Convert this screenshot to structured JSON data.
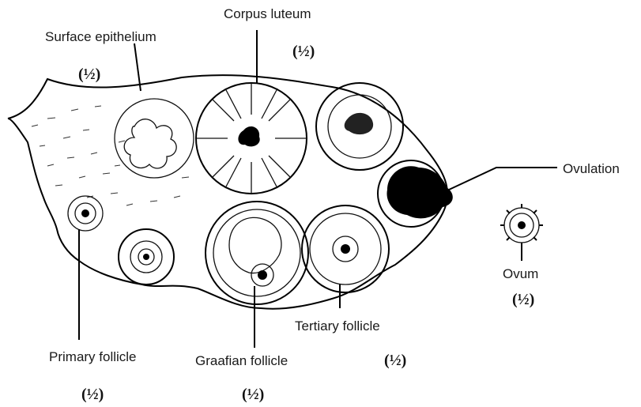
{
  "labels": {
    "surface_epithelium": "Surface epithelium",
    "corpus_luteum": "Corpus luteum",
    "ovulation": "Ovulation",
    "ovum": "Ovum",
    "primary_follicle": "Primary follicle",
    "graafian_follicle": "Graafian follicle",
    "tertiary_follicle": "Tertiary follicle"
  },
  "marks": {
    "surface_epithelium": "(½)",
    "corpus_luteum": "(½)",
    "ovum": "(½)",
    "primary_follicle": "(½)",
    "graafian_follicle": "(½)",
    "tertiary_follicle": "(½)"
  },
  "colors": {
    "ink": "#000000",
    "background": "#ffffff"
  }
}
